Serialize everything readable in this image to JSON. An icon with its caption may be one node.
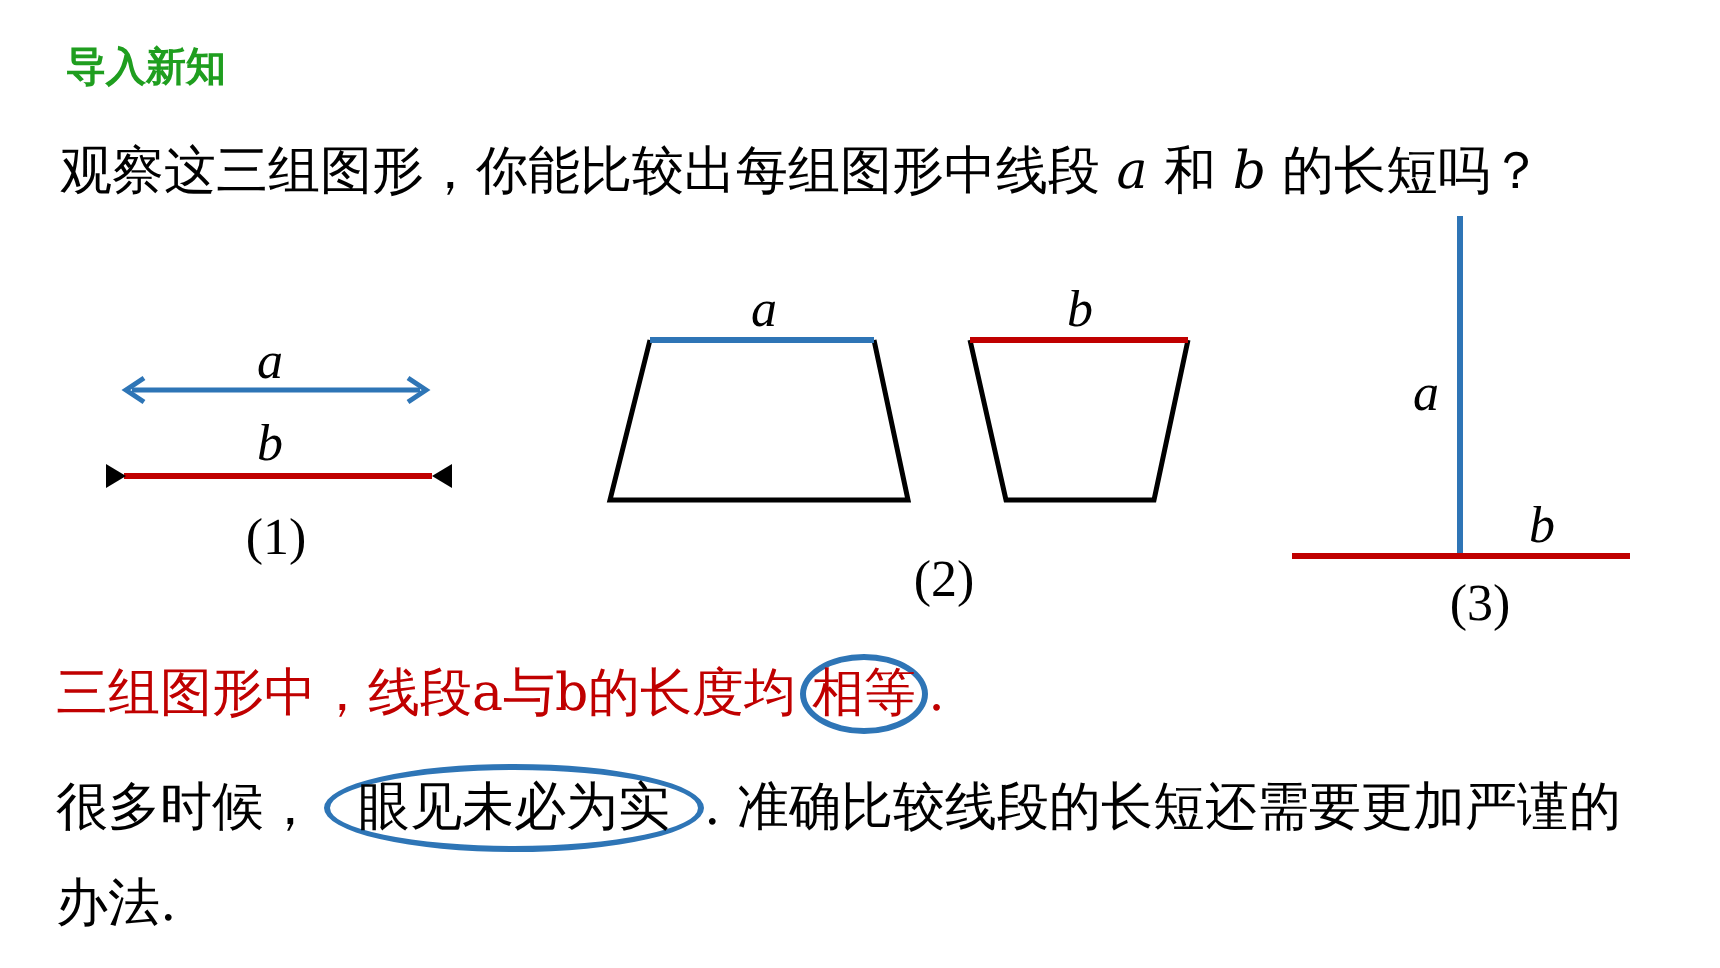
{
  "diagram": {
    "title": "导入新知",
    "nodes": [
      {
        "text": [
          "相等"
        ]
      },
      {
        "text": [
          "眼见未必为实"
        ]
      }
    ],
    "labels": [
      "观察这三组图形，你能比较出每组图形中线段 *a* 和 *b* 的长短吗？",
      "a",
      "b",
      "(1)",
      "a",
      "b",
      "(2)",
      "a",
      "b",
      "(3)",
      "三组图形中，线段a与b的长度均",
      ".",
      "很多时候，",
      ". 准确比较线段的长短还需要更加严谨的办法."
    ]
  }
}
